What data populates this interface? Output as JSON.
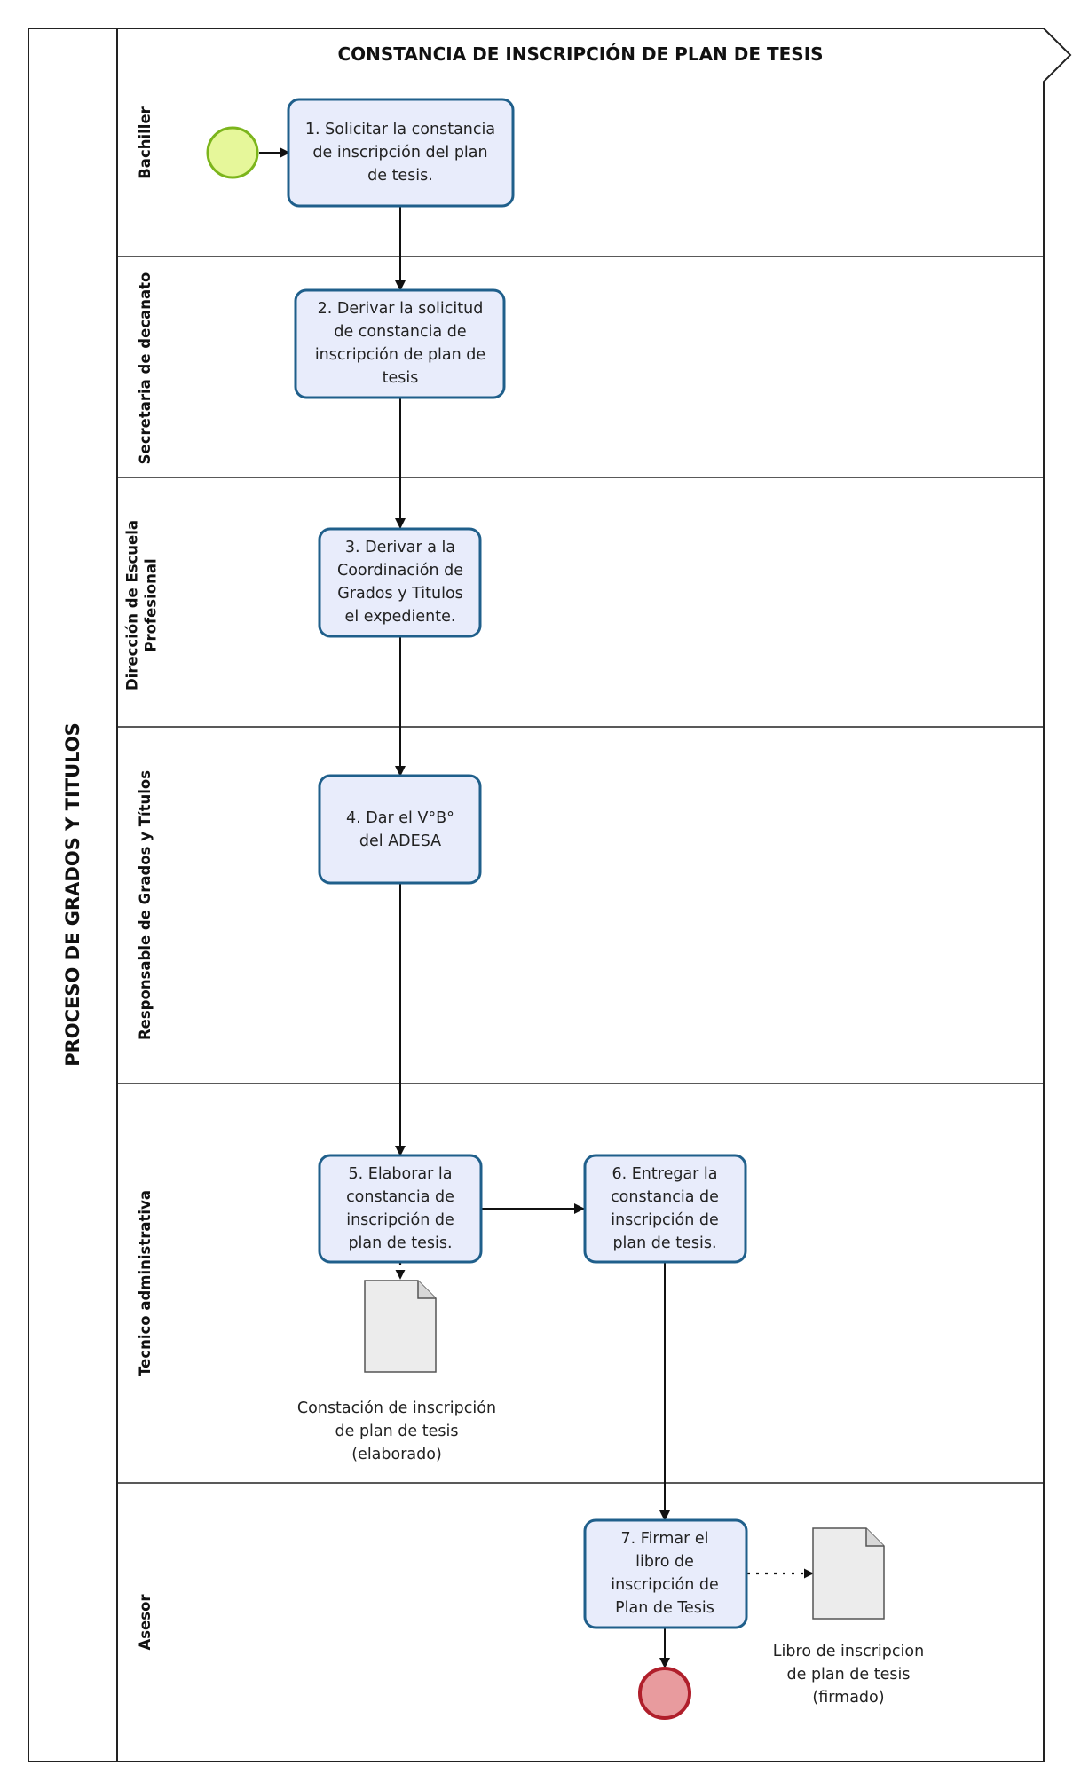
{
  "pool": {
    "label": "PROCESO DE GRADOS Y TITULOS"
  },
  "process_title": "CONSTANCIA DE INSCRIPCIÓN DE PLAN DE TESIS",
  "lanes": [
    {
      "lines": [
        "Bachiller"
      ]
    },
    {
      "lines": [
        "Secretaria de decanato"
      ]
    },
    {
      "lines": [
        "Dirección de Escuela",
        "Profesional"
      ]
    },
    {
      "lines": [
        "Responsable de Grados y Títulos"
      ]
    },
    {
      "lines": [
        "Tecnico administrativa"
      ]
    },
    {
      "lines": [
        "Asesor"
      ]
    }
  ],
  "tasks": [
    {
      "lines": [
        "1. Solicitar la constancia",
        "de inscripción del plan",
        "de tesis."
      ]
    },
    {
      "lines": [
        "2. Derivar la solicitud",
        "de constancia de",
        "inscripción de plan de",
        "tesis"
      ]
    },
    {
      "lines": [
        "3. Derivar a la",
        "Coordinación de",
        "Grados y Titulos",
        "el expediente."
      ]
    },
    {
      "lines": [
        "4. Dar el V°B°",
        "del ADESA"
      ]
    },
    {
      "lines": [
        "5. Elaborar la",
        "constancia de",
        "inscripción de",
        "plan de tesis."
      ]
    },
    {
      "lines": [
        "6. Entregar la",
        "constancia de",
        "inscripción de",
        "plan de tesis."
      ]
    },
    {
      "lines": [
        "7. Firmar el",
        "libro de",
        "inscripción de",
        "Plan de Tesis"
      ]
    }
  ],
  "documents": [
    {
      "lines": [
        "Constación de inscripción",
        "de plan de tesis",
        "(elaborado)"
      ]
    },
    {
      "lines": [
        "Libro de inscripcion",
        "de plan de tesis",
        "(firmado)"
      ]
    }
  ],
  "colors": {
    "task_fill": "#e8ecfb",
    "task_stroke": "#1f5f8b",
    "start_fill": "#e6f79a",
    "start_stroke": "#7cb51c",
    "end_fill": "#e89b9e",
    "end_stroke": "#b01f2b",
    "doc_fill": "#ececec",
    "line": "#111111"
  }
}
